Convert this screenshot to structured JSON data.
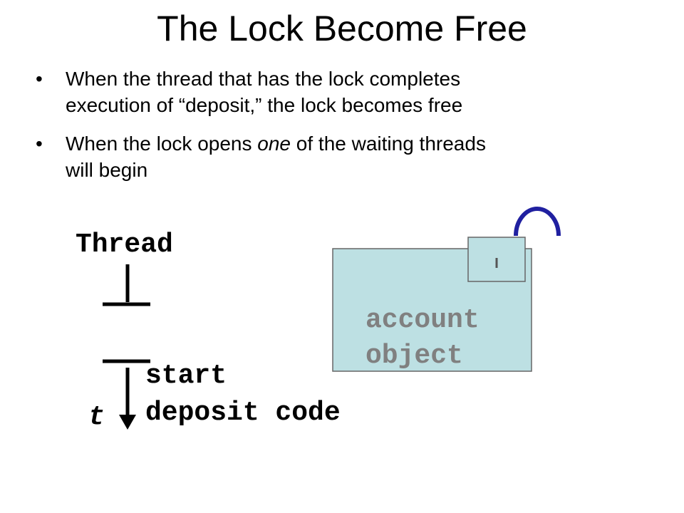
{
  "title": "The Lock Become Free",
  "bullets": [
    {
      "lines": [
        "When the thread that has the lock completes",
        "execution of “deposit,” the lock becomes free"
      ]
    },
    {
      "before": "When the lock opens ",
      "emph": "one",
      "after": " of the waiting threads",
      "line2": "will begin"
    }
  ],
  "diagram": {
    "thread_label": "Thread",
    "time_label": "t",
    "start_label": "start",
    "deposit_label": "deposit code",
    "account_label": "account",
    "object_label": "object",
    "colors": {
      "box": "#bde0e3",
      "shackle": "#2020a0",
      "label": "#808080"
    },
    "icons": [
      "lock-shackle-icon",
      "keyhole-icon",
      "arrow-down-icon"
    ]
  }
}
